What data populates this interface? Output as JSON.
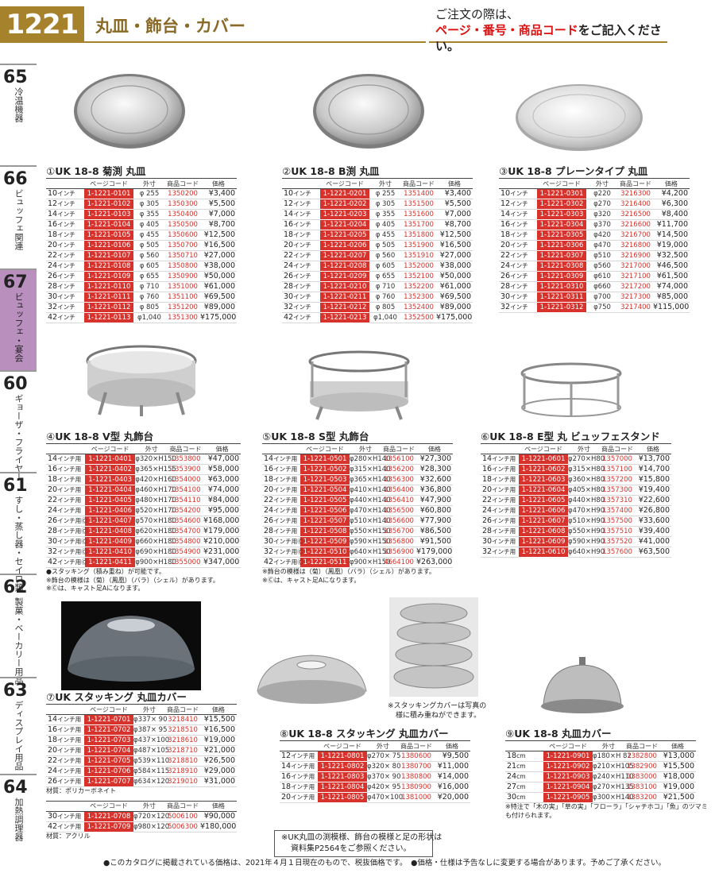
{
  "header": {
    "page_no": "1221",
    "title": "丸皿・飾台・カバー",
    "note_line1": "ご注文の際は、",
    "note_red": "ページ・番号・商品コード",
    "note_rest": "をご記入ください。"
  },
  "side": [
    {
      "num": "65",
      "label": "冷温機器"
    },
    {
      "num": "66",
      "label": "ビュッフェ関連"
    },
    {
      "num": "67",
      "label": "ビュッフェ・宴会"
    },
    {
      "num": "60",
      "label": "ギョーザ・フライヤー"
    },
    {
      "num": "61",
      "label": "すし・蒸し器・セイロ類"
    },
    {
      "num": "62",
      "label": "製菓・ベーカリー用品"
    },
    {
      "num": "63",
      "label": "ディスプレイ用品"
    },
    {
      "num": "64",
      "label": "加熱調理器"
    }
  ],
  "sections": [
    {
      "id": "s1",
      "circ": "①",
      "title": "UK 18-8 菊渕 丸皿",
      "cols": [
        "",
        "ページコード",
        "外寸",
        "商品コード",
        "価格"
      ],
      "rows": [
        [
          "10",
          "インチ",
          "1-1221-0101",
          "φ 255",
          "1350200",
          "¥3,400"
        ],
        [
          "12",
          "インチ",
          "1-1221-0102",
          "φ 305",
          "1350300",
          "¥5,500"
        ],
        [
          "14",
          "インチ",
          "1-1221-0103",
          "φ 355",
          "1350400",
          "¥7,000"
        ],
        [
          "16",
          "インチ",
          "1-1221-0104",
          "φ 405",
          "1350500",
          "¥8,700"
        ],
        [
          "18",
          "インチ",
          "1-1221-0105",
          "φ 455",
          "1350600",
          "¥12,500"
        ],
        [
          "20",
          "インチ",
          "1-1221-0106",
          "φ 505",
          "1350700",
          "¥16,500"
        ],
        [
          "22",
          "インチ",
          "1-1221-0107",
          "φ 560",
          "1350710",
          "¥27,000"
        ],
        [
          "24",
          "インチ",
          "1-1221-0108",
          "φ 605",
          "1350800",
          "¥38,000"
        ],
        [
          "26",
          "インチ",
          "1-1221-0109",
          "φ 655",
          "1350900",
          "¥50,000"
        ],
        [
          "28",
          "インチ",
          "1-1221-0110",
          "φ 710",
          "1351000",
          "¥61,000"
        ],
        [
          "30",
          "インチ",
          "1-1221-0111",
          "φ 760",
          "1351100",
          "¥69,500"
        ],
        [
          "32",
          "インチ",
          "1-1221-0112",
          "φ 805",
          "1351200",
          "¥89,000"
        ],
        [
          "42",
          "インチ",
          "1-1221-0113",
          "φ1,040",
          "1351300",
          "¥175,000"
        ]
      ]
    },
    {
      "id": "s2",
      "circ": "②",
      "title": "UK 18-8 B渕 丸皿",
      "cols": [
        "",
        "ページコード",
        "外寸",
        "商品コード",
        "価格"
      ],
      "rows": [
        [
          "10",
          "インチ",
          "1-1221-0201",
          "φ 255",
          "1351400",
          "¥3,400"
        ],
        [
          "12",
          "インチ",
          "1-1221-0202",
          "φ 305",
          "1351500",
          "¥5,500"
        ],
        [
          "14",
          "インチ",
          "1-1221-0203",
          "φ 355",
          "1351600",
          "¥7,000"
        ],
        [
          "16",
          "インチ",
          "1-1221-0204",
          "φ 405",
          "1351700",
          "¥8,700"
        ],
        [
          "18",
          "インチ",
          "1-1221-0205",
          "φ 455",
          "1351800",
          "¥12,500"
        ],
        [
          "20",
          "インチ",
          "1-1221-0206",
          "φ 505",
          "1351900",
          "¥16,500"
        ],
        [
          "22",
          "インチ",
          "1-1221-0207",
          "φ 560",
          "1351910",
          "¥27,000"
        ],
        [
          "24",
          "インチ",
          "1-1221-0208",
          "φ 605",
          "1352000",
          "¥38,000"
        ],
        [
          "26",
          "インチ",
          "1-1221-0209",
          "φ 655",
          "1352100",
          "¥50,000"
        ],
        [
          "28",
          "インチ",
          "1-1221-0210",
          "φ 710",
          "1352200",
          "¥61,000"
        ],
        [
          "30",
          "インチ",
          "1-1221-0211",
          "φ 760",
          "1352300",
          "¥69,500"
        ],
        [
          "32",
          "インチ",
          "1-1221-0212",
          "φ 805",
          "1352400",
          "¥89,000"
        ],
        [
          "42",
          "インチ",
          "1-1221-0213",
          "φ1,040",
          "1352500",
          "¥175,000"
        ]
      ]
    },
    {
      "id": "s3",
      "circ": "③",
      "title": "UK 18-8 プレーンタイプ 丸皿",
      "cols": [
        "",
        "ページコード",
        "外寸",
        "商品コード",
        "価格"
      ],
      "rows": [
        [
          "10",
          "インチ",
          "1-1221-0301",
          "φ220",
          "3216300",
          "¥4,200"
        ],
        [
          "12",
          "インチ",
          "1-1221-0302",
          "φ270",
          "3216400",
          "¥6,300"
        ],
        [
          "14",
          "インチ",
          "1-1221-0303",
          "φ320",
          "3216500",
          "¥8,400"
        ],
        [
          "16",
          "インチ",
          "1-1221-0304",
          "φ370",
          "3216600",
          "¥11,700"
        ],
        [
          "18",
          "インチ",
          "1-1221-0305",
          "φ420",
          "3216700",
          "¥14,500"
        ],
        [
          "20",
          "インチ",
          "1-1221-0306",
          "φ470",
          "3216800",
          "¥19,000"
        ],
        [
          "22",
          "インチ",
          "1-1221-0307",
          "φ510",
          "3216900",
          "¥32,500"
        ],
        [
          "24",
          "インチ",
          "1-1221-0308",
          "φ560",
          "3217000",
          "¥46,500"
        ],
        [
          "26",
          "インチ",
          "1-1221-0309",
          "φ610",
          "3217100",
          "¥61,500"
        ],
        [
          "28",
          "インチ",
          "1-1221-0310",
          "φ660",
          "3217200",
          "¥74,000"
        ],
        [
          "30",
          "インチ",
          "1-1221-0311",
          "φ700",
          "3217300",
          "¥85,000"
        ],
        [
          "32",
          "インチ",
          "1-1221-0312",
          "φ750",
          "3217400",
          "¥115,000"
        ]
      ]
    },
    {
      "id": "s4",
      "circ": "④",
      "title": "UK 18-8 V型 丸飾台",
      "cols": [
        "",
        "ページコード",
        "外寸",
        "商品コード",
        "価格"
      ],
      "rows": [
        [
          "14",
          "インチ用",
          "1-1221-0401",
          "φ320×H150",
          "1353800",
          "¥47,000"
        ],
        [
          "16",
          "インチ用",
          "1-1221-0402",
          "φ365×H155",
          "1353900",
          "¥58,000"
        ],
        [
          "18",
          "インチ用",
          "1-1221-0403",
          "φ420×H160",
          "1354000",
          "¥63,000"
        ],
        [
          "20",
          "インチ用",
          "1-1221-0404",
          "φ460×H170",
          "1354100",
          "¥74,000"
        ],
        [
          "22",
          "インチ用",
          "1-1221-0405",
          "φ480×H170",
          "1354110",
          "¥84,000"
        ],
        [
          "24",
          "インチ用",
          "1-1221-0406",
          "φ520×H170",
          "1354200",
          "¥95,000"
        ],
        [
          "26",
          "インチ用Ⓒ",
          "1-1221-0407",
          "φ570×H180",
          "1354600",
          "¥168,000"
        ],
        [
          "28",
          "インチ用Ⓒ",
          "1-1221-0408",
          "φ620×H180",
          "1354700",
          "¥179,000"
        ],
        [
          "30",
          "インチ用Ⓒ",
          "1-1221-0409",
          "φ660×H180",
          "1354800",
          "¥210,000"
        ],
        [
          "32",
          "インチ用Ⓒ",
          "1-1221-0410",
          "φ690×H180",
          "1354900",
          "¥231,000"
        ],
        [
          "42",
          "インチ用Ⓒ",
          "1-1221-0411",
          "φ900×H180",
          "1355000",
          "¥347,000"
        ]
      ],
      "notes": [
        "●スタッキング（積み重ね）が可能です。",
        "※飾台の模様は（菊）（鳳凰）（バラ）（シェル）があります。",
        "※Ⓒは、キャスト足Aになります。"
      ]
    },
    {
      "id": "s5",
      "circ": "⑤",
      "title": "UK 18-8 S型 丸飾台",
      "cols": [
        "",
        "ページコード",
        "外寸",
        "商品コード",
        "価格"
      ],
      "rows": [
        [
          "14",
          "インチ用",
          "1-1221-0501",
          "φ280×H140",
          "1356100",
          "¥27,300"
        ],
        [
          "16",
          "インチ用",
          "1-1221-0502",
          "φ315×H140",
          "1356200",
          "¥28,300"
        ],
        [
          "18",
          "インチ用",
          "1-1221-0503",
          "φ365×H140",
          "1356300",
          "¥32,600"
        ],
        [
          "20",
          "インチ用",
          "1-1221-0504",
          "φ410×H140",
          "1356400",
          "¥36,800"
        ],
        [
          "22",
          "インチ用",
          "1-1221-0505",
          "φ440×H140",
          "1356410",
          "¥47,900"
        ],
        [
          "24",
          "インチ用",
          "1-1221-0506",
          "φ470×H140",
          "1356500",
          "¥60,800"
        ],
        [
          "26",
          "インチ用",
          "1-1221-0507",
          "φ510×H140",
          "1356600",
          "¥77,900"
        ],
        [
          "28",
          "インチ用",
          "1-1221-0508",
          "φ550×H150",
          "1356700",
          "¥86,500"
        ],
        [
          "30",
          "インチ用Ⓒ",
          "1-1221-0509",
          "φ590×H150",
          "1356800",
          "¥91,500"
        ],
        [
          "32",
          "インチ用Ⓒ",
          "1-1221-0510",
          "φ640×H150",
          "1356900",
          "¥179,000"
        ],
        [
          "42",
          "インチ用Ⓒ",
          "1-1221-0511",
          "φ900×H150",
          "4664100",
          "¥263,000"
        ]
      ],
      "notes": [
        "※飾台の模様は（菊）（鳳凰）（バラ）（シェル）があります。",
        "※Ⓒは、キャスト足Aになります。"
      ]
    },
    {
      "id": "s6",
      "circ": "⑥",
      "title": "UK 18-8 E型 丸 ビュッフェスタンド",
      "cols": [
        "",
        "ページコード",
        "外寸",
        "商品コード",
        "価格"
      ],
      "rows": [
        [
          "14",
          "インチ用",
          "1-1221-0601",
          "φ270×H80",
          "1357000",
          "¥13,700"
        ],
        [
          "16",
          "インチ用",
          "1-1221-0602",
          "φ315×H80",
          "1357100",
          "¥14,700"
        ],
        [
          "18",
          "インチ用",
          "1-1221-0603",
          "φ360×H80",
          "1357200",
          "¥15,800"
        ],
        [
          "20",
          "インチ用",
          "1-1221-0604",
          "φ405×H80",
          "1357300",
          "¥19,400"
        ],
        [
          "22",
          "インチ用",
          "1-1221-0605",
          "φ440×H80",
          "1357310",
          "¥22,600"
        ],
        [
          "24",
          "インチ用",
          "1-1221-0606",
          "φ470×H90",
          "1357400",
          "¥26,800"
        ],
        [
          "26",
          "インチ用",
          "1-1221-0607",
          "φ510×H90",
          "1357500",
          "¥33,600"
        ],
        [
          "28",
          "インチ用",
          "1-1221-0608",
          "φ550×H90",
          "1357510",
          "¥39,400"
        ],
        [
          "30",
          "インチ用",
          "1-1221-0609",
          "φ590×H90",
          "1357520",
          "¥41,000"
        ],
        [
          "32",
          "インチ用",
          "1-1221-0610",
          "φ640×H90",
          "1357600",
          "¥63,500"
        ]
      ]
    },
    {
      "id": "s7",
      "circ": "⑦",
      "title": "UK スタッキング 丸皿カバー",
      "cols": [
        "",
        "ページコード",
        "外寸",
        "商品コード",
        "価格"
      ],
      "rows": [
        [
          "14",
          "インチ用",
          "1-1221-0701",
          "φ337× 90",
          "3218410",
          "¥15,500"
        ],
        [
          "16",
          "インチ用",
          "1-1221-0702",
          "φ387× 95",
          "3218510",
          "¥16,500"
        ],
        [
          "18",
          "インチ用",
          "1-1221-0703",
          "φ437×100",
          "3218610",
          "¥19,000"
        ],
        [
          "20",
          "インチ用",
          "1-1221-0704",
          "φ487×105",
          "3218710",
          "¥21,000"
        ],
        [
          "22",
          "インチ用",
          "1-1221-0705",
          "φ539×110",
          "3218810",
          "¥26,500"
        ],
        [
          "24",
          "インチ用",
          "1-1221-0706",
          "φ584×115",
          "3218910",
          "¥29,000"
        ],
        [
          "26",
          "インチ用",
          "1-1221-0707",
          "φ634×120",
          "3219010",
          "¥31,000"
        ]
      ],
      "mat1": "材質：ポリカーボネイト",
      "rows2": [
        [
          "30",
          "インチ用",
          "1-1221-0708",
          "φ720×120",
          "5006100",
          "¥90,000"
        ],
        [
          "42",
          "インチ用",
          "1-1221-0709",
          "φ980×120",
          "5006300",
          "¥180,000"
        ]
      ],
      "mat2": "材質：アクリル"
    },
    {
      "id": "s8",
      "circ": "⑧",
      "title": "UK 18-8 スタッキング 丸皿カバー",
      "cols": [
        "",
        "ページコード",
        "外寸",
        "商品コード",
        "価格"
      ],
      "rows": [
        [
          "12",
          "インチ用",
          "1-1221-0801",
          "φ270× 75",
          "1380600",
          "¥9,500"
        ],
        [
          "14",
          "インチ用",
          "1-1221-0802",
          "φ320× 80",
          "1380700",
          "¥11,000"
        ],
        [
          "16",
          "インチ用",
          "1-1221-0803",
          "φ370× 90",
          "1380800",
          "¥14,000"
        ],
        [
          "18",
          "インチ用",
          "1-1221-0804",
          "φ420× 95",
          "1380900",
          "¥16,000"
        ],
        [
          "20",
          "インチ用",
          "1-1221-0805",
          "φ470×100",
          "1381000",
          "¥20,000"
        ]
      ],
      "photo_note": [
        "※スタッキングカバーは写真の",
        "様に積み重ねができます。"
      ]
    },
    {
      "id": "s9",
      "circ": "⑨",
      "title": "UK 18-8 丸皿カバー",
      "cols": [
        "",
        "ページコード",
        "外寸",
        "商品コード",
        "価格"
      ],
      "rows": [
        [
          "18",
          "cm",
          "1-1221-0901",
          "φ180×H 82",
          "1382800",
          "¥13,000"
        ],
        [
          "21",
          "cm",
          "1-1221-0902",
          "φ210×H105",
          "1382900",
          "¥15,500"
        ],
        [
          "24",
          "cm",
          "1-1221-0903",
          "φ240×H110",
          "1383000",
          "¥18,000"
        ],
        [
          "27",
          "cm",
          "1-1221-0904",
          "φ270×H135",
          "1383100",
          "¥19,000"
        ],
        [
          "30",
          "cm",
          "1-1221-0905",
          "φ300×H140",
          "1383200",
          "¥21,500"
        ]
      ],
      "notes": [
        "※特注で「木の実」「草の実」「フローラ」「シャチホコ」「魚」のツマミ",
        "も付けられます。"
      ]
    }
  ],
  "bottom_note": [
    "※UK丸皿の渕模様、飾台の模様と足の形状は",
    "資料集P2564をご参照ください。"
  ],
  "footer": "●このカタログに掲載されている価格は、2021年４月１日現在のもので、税抜価格です。　●価格・仕様は予告なしに変更する場合があります。予めご了承ください。"
}
